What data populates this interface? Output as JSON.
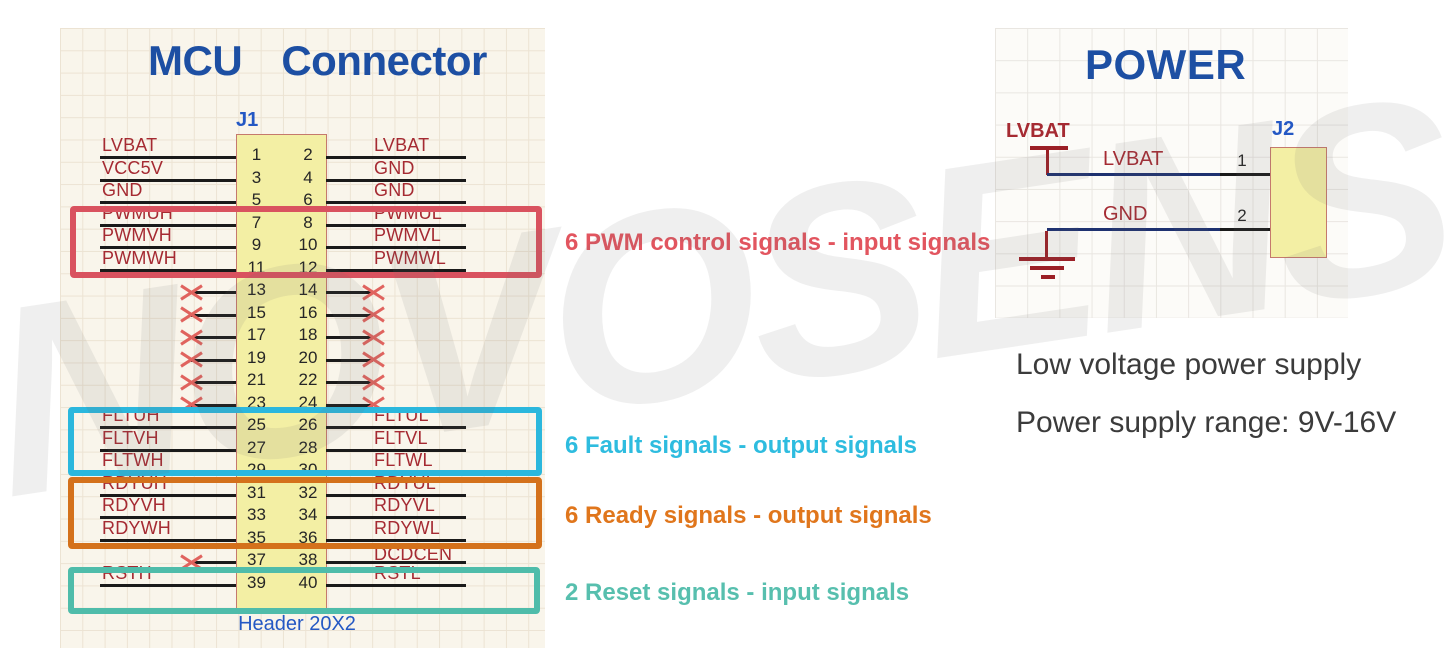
{
  "watermark": "NOVOSENSE",
  "colors": {
    "cream_bg": "#f9f5eb",
    "cream_line": "#ece3d3",
    "white_bg": "#fcfbf8",
    "white_line": "#e9e6e1",
    "title_blue": "#1d4fa3",
    "desig_blue": "#2458c4",
    "net_red": "#a52a32",
    "dark_red": "#9b1f26",
    "wire": "#1a1a1a",
    "power_wire": "#1e3170",
    "yellow_fill": "#f3efa4",
    "yellow_border": "#c5796d",
    "nc_x": "#e0635e",
    "caption": "#3b3b3b"
  },
  "connector": {
    "title": "MCU Connector",
    "designator": "J1",
    "type_label": "Header 20X2",
    "rows": [
      {
        "lp": "1",
        "rp": "2",
        "ll": "LVBAT",
        "rl": "LVBAT",
        "lnc": false,
        "rnc": false
      },
      {
        "lp": "3",
        "rp": "4",
        "ll": "VCC5V",
        "rl": "GND",
        "lnc": false,
        "rnc": false
      },
      {
        "lp": "5",
        "rp": "6",
        "ll": "GND",
        "rl": "GND",
        "lnc": false,
        "rnc": false
      },
      {
        "lp": "7",
        "rp": "8",
        "ll": "PWMUH",
        "rl": "PWMUL",
        "lnc": false,
        "rnc": false
      },
      {
        "lp": "9",
        "rp": "10",
        "ll": "PWMVH",
        "rl": "PWMVL",
        "lnc": false,
        "rnc": false
      },
      {
        "lp": "11",
        "rp": "12",
        "ll": "PWMWH",
        "rl": "PWMWL",
        "lnc": false,
        "rnc": false
      },
      {
        "lp": "13",
        "rp": "14",
        "ll": "",
        "rl": "",
        "lnc": true,
        "rnc": true
      },
      {
        "lp": "15",
        "rp": "16",
        "ll": "",
        "rl": "",
        "lnc": true,
        "rnc": true
      },
      {
        "lp": "17",
        "rp": "18",
        "ll": "",
        "rl": "",
        "lnc": true,
        "rnc": true
      },
      {
        "lp": "19",
        "rp": "20",
        "ll": "",
        "rl": "",
        "lnc": true,
        "rnc": true
      },
      {
        "lp": "21",
        "rp": "22",
        "ll": "",
        "rl": "",
        "lnc": true,
        "rnc": true
      },
      {
        "lp": "23",
        "rp": "24",
        "ll": "",
        "rl": "",
        "lnc": true,
        "rnc": true
      },
      {
        "lp": "25",
        "rp": "26",
        "ll": "FLTUH",
        "rl": "FLTUL",
        "lnc": false,
        "rnc": false
      },
      {
        "lp": "27",
        "rp": "28",
        "ll": "FLTVH",
        "rl": "FLTVL",
        "lnc": false,
        "rnc": false
      },
      {
        "lp": "29",
        "rp": "30",
        "ll": "FLTWH",
        "rl": "FLTWL",
        "lnc": false,
        "rnc": false
      },
      {
        "lp": "31",
        "rp": "32",
        "ll": "RDYUH",
        "rl": "RDYUL",
        "lnc": false,
        "rnc": false
      },
      {
        "lp": "33",
        "rp": "34",
        "ll": "RDYVH",
        "rl": "RDYVL",
        "lnc": false,
        "rnc": false
      },
      {
        "lp": "35",
        "rp": "36",
        "ll": "RDYWH",
        "rl": "RDYWL",
        "lnc": false,
        "rnc": false
      },
      {
        "lp": "37",
        "rp": "38",
        "ll": "",
        "rl": "DCDCEN",
        "lnc": true,
        "rnc": false,
        "r_dy": 4
      },
      {
        "lp": "39",
        "rp": "40",
        "ll": "RSTH",
        "rl": "RSTL",
        "lnc": false,
        "rnc": false
      }
    ],
    "groups": [
      {
        "id": "pwm",
        "box_color": "#d9525f",
        "note": "6 PWM control signals - input signals",
        "note_color": "#e2555f"
      },
      {
        "id": "fault",
        "box_color": "#2bb7dd",
        "note": "6 Fault signals - output signals",
        "note_color": "#2ebcdf"
      },
      {
        "id": "ready",
        "box_color": "#d4711b",
        "note": "6 Ready signals - output signals",
        "note_color": "#e0761c"
      },
      {
        "id": "reset",
        "box_color": "#4fbcaa",
        "note": "2 Reset signals - input signals",
        "note_color": "#57bfae"
      }
    ]
  },
  "power": {
    "title": "POWER",
    "designator": "J2",
    "port_label": "LVBAT",
    "nets": [
      {
        "label": "LVBAT",
        "pin": "1"
      },
      {
        "label": "GND",
        "pin": "2"
      }
    ],
    "caption_line1": "Low voltage power supply",
    "caption_line2": "Power supply range: 9V-16V"
  }
}
